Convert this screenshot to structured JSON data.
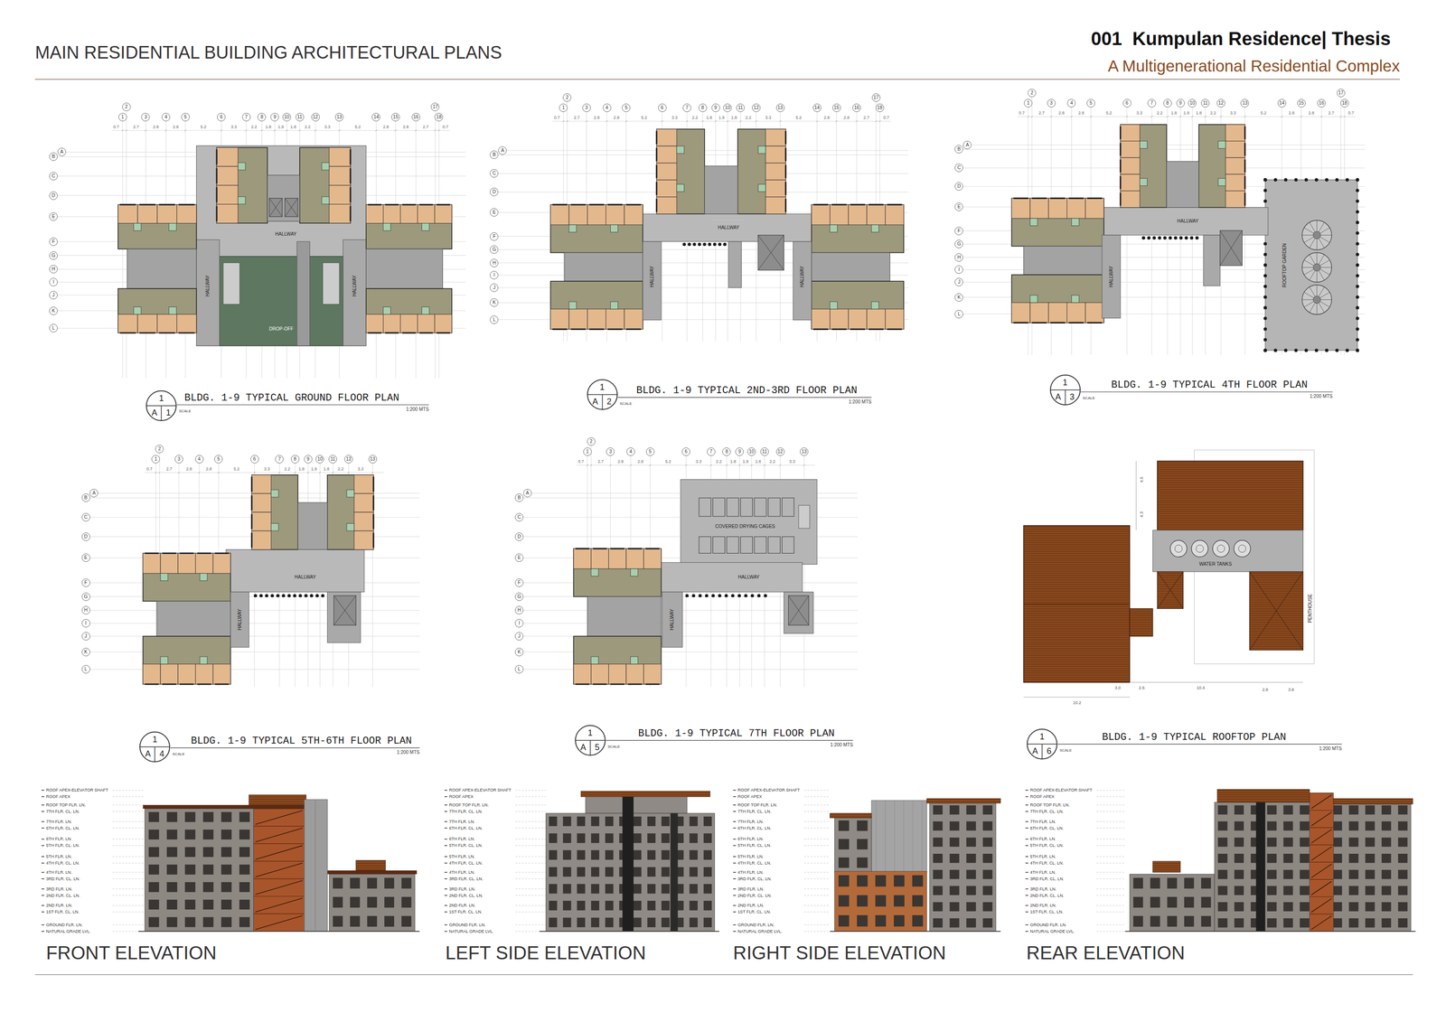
{
  "diagram": {
    "title": "MAIN RESIDENTIAL BUILDING ARCHITECTURAL PLANS",
    "nodes": [
      {
        "text": [
          "1"
        ]
      },
      {
        "text": [
          "2"
        ]
      },
      {
        "text": [
          "3"
        ]
      },
      {
        "text": [
          "4"
        ]
      },
      {
        "text": [
          "5"
        ]
      },
      {
        "text": [
          "6"
        ]
      },
      {
        "text": [
          "7"
        ]
      },
      {
        "text": [
          "8"
        ]
      },
      {
        "text": [
          "9"
        ]
      },
      {
        "text": [
          "10"
        ]
      },
      {
        "text": [
          "11"
        ]
      },
      {
        "text": [
          "12"
        ]
      },
      {
        "text": [
          "13"
        ]
      },
      {
        "text": [
          "14"
        ]
      },
      {
        "text": [
          "15"
        ]
      },
      {
        "text": [
          "16"
        ]
      },
      {
        "text": [
          "17"
        ]
      },
      {
        "text": [
          "18"
        ]
      },
      {
        "text": [
          "A"
        ]
      },
      {
        "text": [
          "B"
        ]
      },
      {
        "text": [
          "C"
        ]
      },
      {
        "text": [
          "D"
        ]
      },
      {
        "text": [
          "E"
        ]
      },
      {
        "text": [
          "F"
        ]
      },
      {
        "text": [
          "G"
        ]
      },
      {
        "text": [
          "H"
        ]
      },
      {
        "text": [
          "I"
        ]
      },
      {
        "text": [
          "J"
        ]
      },
      {
        "text": [
          "K"
        ]
      },
      {
        "text": [
          "L"
        ]
      },
      {
        "text": [
          "1",
          "A",
          "1"
        ]
      },
      {
        "text": [
          "1"
        ]
      },
      {
        "text": [
          "2"
        ]
      },
      {
        "text": [
          "3"
        ]
      },
      {
        "text": [
          "4"
        ]
      },
      {
        "text": [
          "5"
        ]
      },
      {
        "text": [
          "6"
        ]
      },
      {
        "text": [
          "7"
        ]
      },
      {
        "text": [
          "8"
        ]
      },
      {
        "text": [
          "9"
        ]
      },
      {
        "text": [
          "10"
        ]
      },
      {
        "text": [
          "11"
        ]
      },
      {
        "text": [
          "12"
        ]
      },
      {
        "text": [
          "13"
        ]
      },
      {
        "text": [
          "14"
        ]
      },
      {
        "text": [
          "15"
        ]
      },
      {
        "text": [
          "16"
        ]
      },
      {
        "text": [
          "17"
        ]
      },
      {
        "text": [
          "18"
        ]
      },
      {
        "text": [
          "A"
        ]
      },
      {
        "text": [
          "B"
        ]
      },
      {
        "text": [
          "C"
        ]
      },
      {
        "text": [
          "D"
        ]
      },
      {
        "text": [
          "E"
        ]
      },
      {
        "text": [
          "F"
        ]
      },
      {
        "text": [
          "G"
        ]
      },
      {
        "text": [
          "H"
        ]
      },
      {
        "text": [
          "I"
        ]
      },
      {
        "text": [
          "J"
        ]
      },
      {
        "text": [
          "K"
        ]
      },
      {
        "text": [
          "L"
        ]
      },
      {
        "text": [
          "1",
          "A",
          "2"
        ]
      },
      {
        "text": [
          "1"
        ]
      },
      {
        "text": [
          "2"
        ]
      },
      {
        "text": [
          "3"
        ]
      },
      {
        "text": [
          "4"
        ]
      },
      {
        "text": [
          "5"
        ]
      },
      {
        "text": [
          "6"
        ]
      },
      {
        "text": [
          "7"
        ]
      },
      {
        "text": [
          "8"
        ]
      },
      {
        "text": [
          "9"
        ]
      },
      {
        "text": [
          "10"
        ]
      },
      {
        "text": [
          "11"
        ]
      },
      {
        "text": [
          "12"
        ]
      },
      {
        "text": [
          "13"
        ]
      },
      {
        "text": [
          "14"
        ]
      },
      {
        "text": [
          "15"
        ]
      },
      {
        "text": [
          "16"
        ]
      },
      {
        "text": [
          "17"
        ]
      },
      {
        "text": [
          "18"
        ]
      },
      {
        "text": [
          "A"
        ]
      },
      {
        "text": [
          "B"
        ]
      },
      {
        "text": [
          "C"
        ]
      },
      {
        "text": [
          "D"
        ]
      },
      {
        "text": [
          "E"
        ]
      },
      {
        "text": [
          "F"
        ]
      },
      {
        "text": [
          "G"
        ]
      },
      {
        "text": [
          "H"
        ]
      },
      {
        "text": [
          "I"
        ]
      },
      {
        "text": [
          "J"
        ]
      },
      {
        "text": [
          "K"
        ]
      },
      {
        "text": [
          "L"
        ]
      },
      {
        "text": [
          "1",
          "A",
          "3"
        ]
      },
      {
        "text": [
          "1"
        ]
      },
      {
        "text": [
          "2"
        ]
      },
      {
        "text": [
          "3"
        ]
      },
      {
        "text": [
          "4"
        ]
      },
      {
        "text": [
          "5"
        ]
      },
      {
        "text": [
          "6"
        ]
      },
      {
        "text": [
          "7"
        ]
      },
      {
        "text": [
          "8"
        ]
      },
      {
        "text": [
          "9"
        ]
      },
      {
        "text": [
          "10"
        ]
      },
      {
        "text": [
          "11"
        ]
      },
      {
        "text": [
          "12"
        ]
      },
      {
        "text": [
          "13"
        ]
      },
      {
        "text": [
          "A"
        ]
      },
      {
        "text": [
          "B"
        ]
      },
      {
        "text": [
          "C"
        ]
      },
      {
        "text": [
          "D"
        ]
      },
      {
        "text": [
          "E"
        ]
      },
      {
        "text": [
          "F"
        ]
      },
      {
        "text": [
          "G"
        ]
      },
      {
        "text": [
          "H"
        ]
      },
      {
        "text": [
          "I"
        ]
      },
      {
        "text": [
          "J"
        ]
      },
      {
        "text": [
          "K"
        ]
      },
      {
        "text": [
          "L"
        ]
      },
      {
        "text": [
          "1",
          "A",
          "4"
        ]
      },
      {
        "text": [
          "1"
        ]
      },
      {
        "text": [
          "2"
        ]
      },
      {
        "text": [
          "3"
        ]
      },
      {
        "text": [
          "4"
        ]
      },
      {
        "text": [
          "5"
        ]
      },
      {
        "text": [
          "6"
        ]
      },
      {
        "text": [
          "7"
        ]
      },
      {
        "text": [
          "8"
        ]
      },
      {
        "text": [
          "9"
        ]
      },
      {
        "text": [
          "10"
        ]
      },
      {
        "text": [
          "11"
        ]
      },
      {
        "text": [
          "12"
        ]
      },
      {
        "text": [
          "13"
        ]
      },
      {
        "text": [
          "A"
        ]
      },
      {
        "text": [
          "B"
        ]
      },
      {
        "text": [
          "C"
        ]
      },
      {
        "text": [
          "D"
        ]
      },
      {
        "text": [
          "E"
        ]
      },
      {
        "text": [
          "F"
        ]
      },
      {
        "text": [
          "G"
        ]
      },
      {
        "text": [
          "H"
        ]
      },
      {
        "text": [
          "I"
        ]
      },
      {
        "text": [
          "J"
        ]
      },
      {
        "text": [
          "K"
        ]
      },
      {
        "text": [
          "L"
        ]
      },
      {
        "text": [
          "1",
          "A",
          "5"
        ]
      },
      {
        "text": [
          "1",
          "A",
          "6"
        ]
      }
    ],
    "labels": [
      "001  Kumpulan Residence| Thesis",
      "A Multigenerational Residential Complex",
      "BLDG. 1-9 TYPICAL GROUND FLOOR PLAN",
      "SCALE",
      "1:200 MTS",
      "0.7",
      "2.7",
      "2.8",
      "2.8",
      "5.2",
      "3.3",
      "2.2",
      "1.8",
      "1.9",
      "1.8",
      "2.2",
      "3.3",
      "5.2",
      "2.8",
      "2.8",
      "2.7",
      "0.7",
      "HALLWAY",
      "HALLWAY",
      "HALLWAY",
      "DROP-OFF",
      "BLDG. 1-9 TYPICAL 2ND-3RD FLOOR PLAN",
      "SCALE",
      "1:200 MTS",
      "0.7",
      "2.7",
      "2.8",
      "2.8",
      "5.2",
      "3.3",
      "2.2",
      "1.8",
      "1.9",
      "1.8",
      "2.2",
      "3.3",
      "5.2",
      "2.8",
      "2.8",
      "2.7",
      "0.7",
      "HALLWAY",
      "HALLWAY",
      "HALLWAY",
      "BLDG. 1-9 TYPICAL 4TH FLOOR PLAN",
      "SCALE",
      "1:200 MTS",
      "0.7",
      "2.7",
      "2.8",
      "2.8",
      "5.2",
      "3.3",
      "2.2",
      "1.8",
      "1.9",
      "1.8",
      "2.2",
      "3.3",
      "5.2",
      "2.8",
      "2.8",
      "2.7",
      "0.7",
      "HALLWAY",
      "HALLWAY",
      "ROOFTOP GARDEN",
      "BLDG. 1-9 TYPICAL 5TH-6TH FLOOR PLAN",
      "SCALE",
      "1:200 MTS",
      "0.7",
      "2.7",
      "2.8",
      "2.8",
      "5.2",
      "3.3",
      "2.2",
      "1.8",
      "1.9",
      "1.8",
      "2.2",
      "3.3",
      "HALLWAY",
      "HALLWAY",
      "BLDG. 1-9 TYPICAL 7TH FLOOR PLAN",
      "SCALE",
      "1:200 MTS",
      "0.7",
      "2.7",
      "2.8",
      "2.8",
      "5.2",
      "3.3",
      "2.2",
      "1.8",
      "1.9",
      "1.8",
      "2.2",
      "3.3",
      "COVERED DRYING CAGES",
      "HALLWAY",
      "HALLWAY",
      "BLDG. 1-9 TYPICAL ROOFTOP PLAN",
      "SCALE",
      "1:200 MTS",
      "4.5",
      "4.3",
      "10.2",
      "3.0",
      "2.6",
      "10.4",
      "2.8",
      "3.8",
      "WATER TANKS",
      "PENTHOUSE",
      "ROOF APEX-ELEVATOR SHAFT",
      "ROOF APEX",
      "ROOF TOP FLR. LN.",
      "7TH FLR. CL. LN.",
      "7TH FLR. LN.",
      "6TH FLR. CL. LN.",
      "6TH FLR. LN.",
      "5TH FLR. CL. LN.",
      "5TH FLR. LN.",
      "4TH FLR. CL. LN.",
      "4TH FLR. LN.",
      "3RD FLR. CL. LN.",
      "3RD FLR. LN.",
      "2ND FLR. CL. LN.",
      "2ND FLR. LN.",
      "1ST FLR. CL. LN.",
      "GROUND FLR. LN.",
      "NATURAL GRADE LVL.",
      "FRONT ELEVATION",
      "ROOF APEX-ELEVATOR SHAFT",
      "ROOF APEX",
      "ROOF TOP FLR. LN.",
      "7TH FLR. CL. LN.",
      "7TH FLR. LN.",
      "6TH FLR. CL. LN.",
      "6TH FLR. LN.",
      "5TH FLR. CL. LN.",
      "5TH FLR. LN.",
      "4TH FLR. CL. LN.",
      "4TH FLR. LN.",
      "3RD FLR. CL. LN.",
      "3RD FLR. LN.",
      "2ND FLR. CL. LN.",
      "2ND FLR. LN.",
      "1ST FLR. CL. LN.",
      "GROUND FLR. LN.",
      "NATURAL GRADE LVL.",
      "LEFT SIDE ELEVATION",
      "ROOF APEX-ELEVATOR SHAFT",
      "ROOF APEX",
      "ROOF TOP FLR. LN.",
      "7TH FLR. CL. LN.",
      "7TH FLR. LN.",
      "6TH FLR. CL. LN.",
      "6TH FLR. LN.",
      "5TH FLR. CL. LN.",
      "5TH FLR. LN.",
      "4TH FLR. CL. LN.",
      "4TH FLR. LN.",
      "3RD FLR. CL. LN.",
      "3RD FLR. LN.",
      "2ND FLR. CL. LN.",
      "2ND FLR. LN.",
      "1ST FLR. CL. LN.",
      "GROUND FLR. LN.",
      "NATURAL GRADE LVL.",
      "RIGHT SIDE ELEVATION",
      "ROOF APEX-ELEVATOR SHAFT",
      "ROOF APEX",
      "ROOF TOP FLR. LN.",
      "7TH FLR. CL. LN.",
      "7TH FLR. LN.",
      "6TH FLR. CL. LN.",
      "6TH FLR. LN.",
      "5TH FLR. CL. LN.",
      "5TH FLR. LN.",
      "4TH FLR. CL. LN.",
      "4TH FLR. LN.",
      "3RD FLR. CL. LN.",
      "3RD FLR. LN.",
      "2ND FLR. CL. LN.",
      "2ND FLR. LN.",
      "1ST FLR. CL. LN.",
      "GROUND FLR. LN.",
      "NATURAL GRADE LVL.",
      "REAR ELEVATION"
    ]
  }
}
